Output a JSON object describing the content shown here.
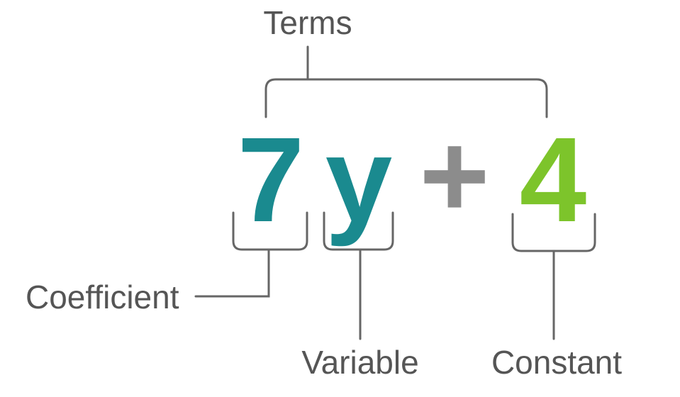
{
  "labels": {
    "terms": "Terms",
    "coefficient": "Coefficient",
    "variable": "Variable",
    "constant": "Constant"
  },
  "expression": {
    "coefficient": "7",
    "variable": "y",
    "operator": "+",
    "constant": "4"
  },
  "colors": {
    "coefficient": "#1a8a8f",
    "variable": "#1a8a8f",
    "operator": "#8c8c8c",
    "constant": "#7dc42b",
    "lines": "#666666",
    "text": "#555555"
  }
}
